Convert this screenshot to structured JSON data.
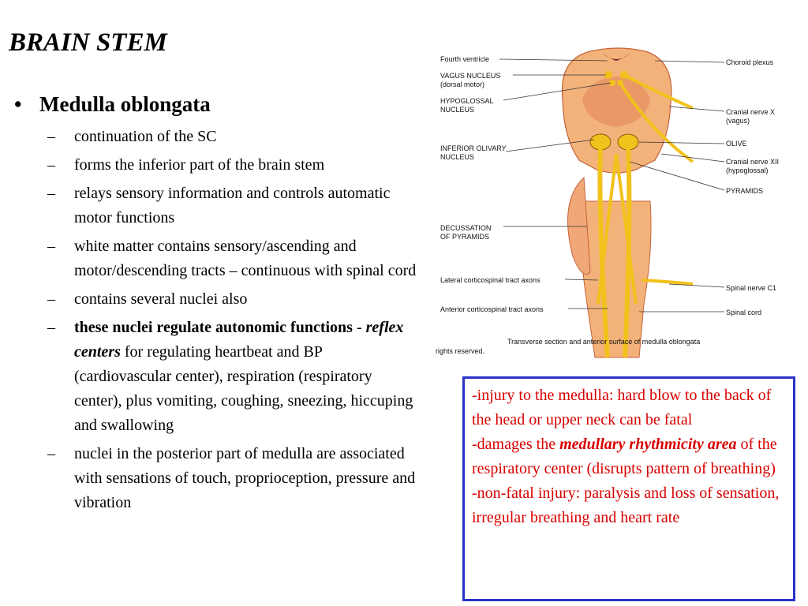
{
  "slide": {
    "title": "BRAIN STEM",
    "main_bullet": {
      "marker": "•",
      "text": "Medulla oblongata"
    },
    "sub_bullets": [
      {
        "marker": "–",
        "text": "continuation of the SC"
      },
      {
        "marker": "–",
        "text": "forms the inferior part of the brain stem"
      },
      {
        "marker": "–",
        "text": "relays sensory information and controls automatic motor functions"
      },
      {
        "marker": "–",
        "text": "white matter contains sensory/ascending and motor/descending tracts – continuous with spinal cord"
      },
      {
        "marker": "–",
        "text": "contains several nuclei also"
      },
      {
        "marker": "–",
        "bold_text": "these nuclei regulate autonomic functions",
        "sep": " - ",
        "bold_italic_text": "reflex centers",
        "rest_text": " for regulating heartbeat and BP (cardiovascular center), respiration (respiratory center), plus vomiting, coughing, sneezing, hiccuping and swallowing"
      },
      {
        "marker": "–",
        "text": "nuclei in the posterior part of medulla are associated with sensations of touch, proprioception, pressure and vibration"
      }
    ]
  },
  "figure": {
    "left_labels": {
      "fourth_ventricle": "Fourth ventricle",
      "vagus_1": "VAGUS NUCLEUS",
      "vagus_2": "(dorsal motor)",
      "hypo_1": "HYPOGLOSSAL",
      "hypo_2": "NUCLEUS",
      "olivary_1": "INFERIOR OLIVARY",
      "olivary_2": "NUCLEUS",
      "decussation_1": "DECUSSATION",
      "decussation_2": "OF PYRAMIDS",
      "lateral_axons": "Lateral corticospinal tract axons",
      "anterior_axons": "Anterior corticospinal tract axons"
    },
    "right_labels": {
      "choroid": "Choroid plexus",
      "cn10_1": "Cranial nerve X",
      "cn10_2": "(vagus)",
      "olive": "OLIVE",
      "cn12_1": "Cranial nerve XII",
      "cn12_2": "(hypoglossal)",
      "pyramids": "PYRAMIDS",
      "spinal_c1": "Spinal nerve C1",
      "spinal_cord": "Spinal cord"
    },
    "caption": "Transverse section and anterior surface of medulla oblongata",
    "rights": "rights reserved.",
    "colors": {
      "tissue": "#f3b27a",
      "nerve": "#f2c21c",
      "tissue_dark": "#c4623a"
    }
  },
  "callout": {
    "line1": "-injury to the medulla: hard blow to the back of the head or upper neck can be fatal",
    "line2_prefix": "-damages the ",
    "line2_emph": "medullary rhythmicity area",
    "line2_suffix": " of the respiratory center (disrupts pattern  of breathing)",
    "line3": "-non-fatal injury: paralysis and loss of sensation, irregular breathing and heart rate",
    "border_color": "#2b33c8",
    "text_color": "#d80000"
  }
}
